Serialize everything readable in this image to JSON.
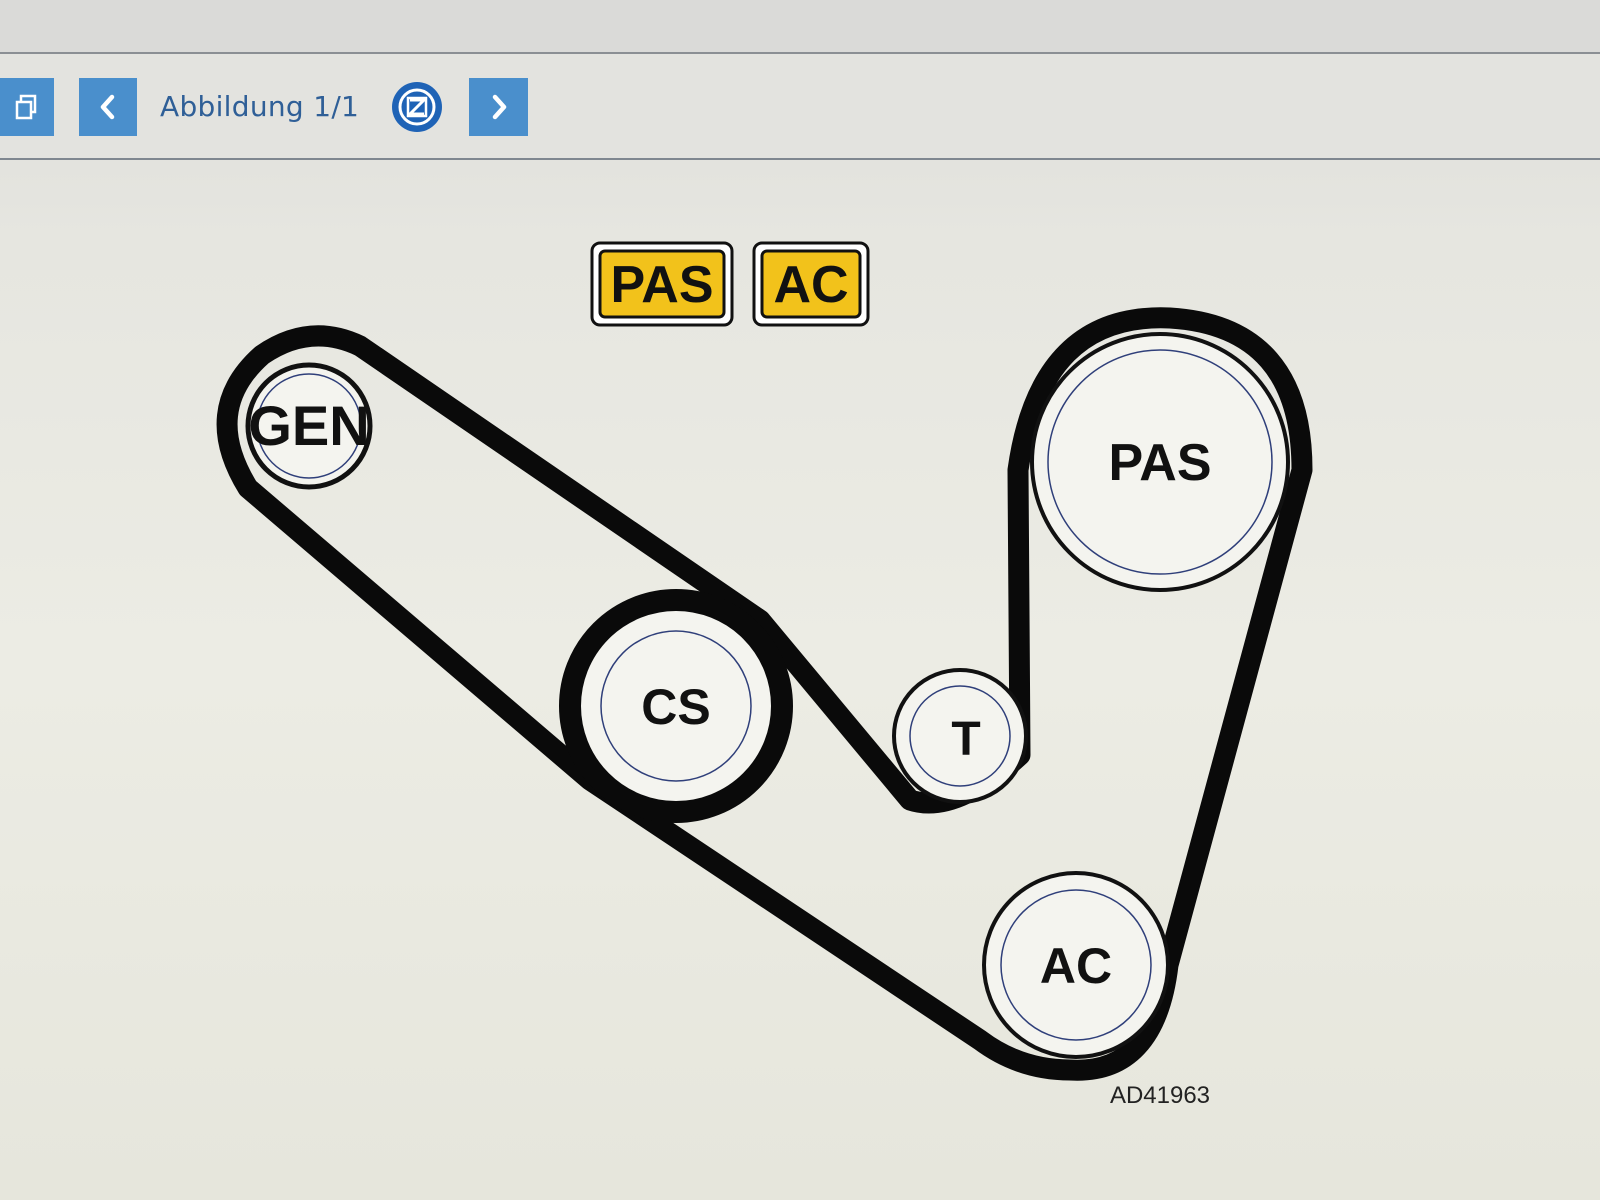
{
  "toolbar": {
    "figure_label": "Abbildung 1/1",
    "buttons": [
      {
        "name": "copy-button",
        "icon": "copy-icon"
      },
      {
        "name": "previous-figure-button",
        "icon": "chevron-left-icon"
      },
      {
        "name": "zoom-button",
        "icon": "zoom-icon"
      },
      {
        "name": "next-figure-button",
        "icon": "chevron-right-icon"
      }
    ],
    "accent_color": "#4a8fcc",
    "label_color": "#2f5f97"
  },
  "diagram": {
    "badges": [
      {
        "label": "PAS",
        "color": "#f2c21b"
      },
      {
        "label": "AC",
        "color": "#f2c21b"
      }
    ],
    "pulleys": {
      "gen": "GEN",
      "cs": "CS",
      "t": "T",
      "pas": "PAS",
      "ac": "AC"
    },
    "figure_code": "AD41963"
  }
}
